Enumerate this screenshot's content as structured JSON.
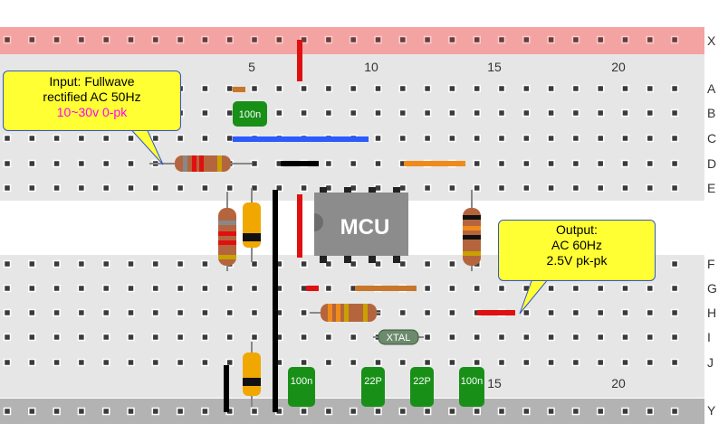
{
  "rails": {
    "top": "X",
    "bottom": "Y"
  },
  "row_labels": [
    "A",
    "B",
    "C",
    "D",
    "E",
    "F",
    "G",
    "H",
    "I",
    "J"
  ],
  "column_numbers_top": [
    "5",
    "10",
    "15",
    "20"
  ],
  "column_numbers_bottom": [
    "15",
    "20"
  ],
  "mcu": {
    "label": "MCU"
  },
  "crystal": {
    "label": "XTAL"
  },
  "capacitors": [
    {
      "label": "100n"
    },
    {
      "label": "100n"
    },
    {
      "label": "22P"
    },
    {
      "label": "22P"
    },
    {
      "label": "100n"
    }
  ],
  "input_callout": {
    "line1": "Input: Fullwave",
    "line2": "rectified AC 50Hz",
    "line3": "10~30v 0-pk"
  },
  "output_callout": {
    "line1": "Output:",
    "line2": "AC 60Hz",
    "line3": "2.5V pk-pk"
  },
  "colors": {
    "rail_top": "#f4a3a3",
    "rail_bottom": "#b3b3b3",
    "board": "#e6e6e6",
    "wire_red": "#e01010",
    "wire_blue": "#2a5bff",
    "wire_black": "#000000",
    "wire_orange": "#f08a1a",
    "wire_brown": "#c8762a",
    "cap_green": "#189018",
    "mcu_gray": "#8c8c8c",
    "callout_fill": "#ffff33",
    "callout_text_accent": "#ff00ff"
  }
}
